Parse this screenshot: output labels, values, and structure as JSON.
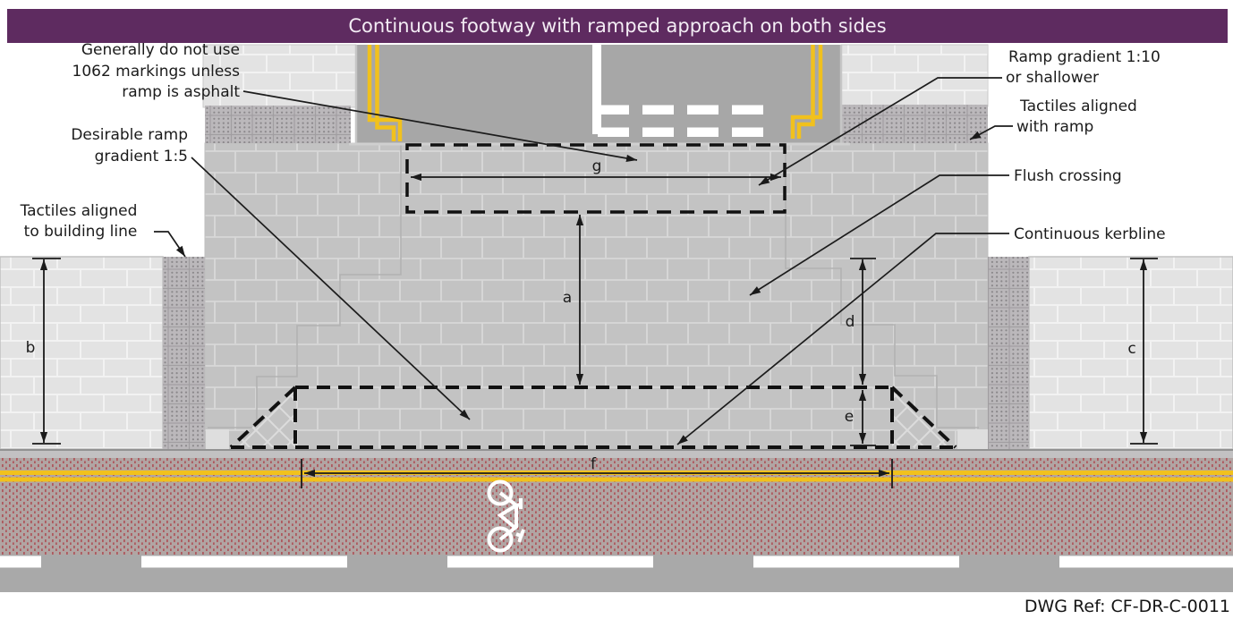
{
  "title_bar": {
    "text": "Continuous footway with ramped approach on both sides",
    "bg_color": "#5e2b60",
    "text_color": "#f3ecf4"
  },
  "annotations": {
    "note_1062": {
      "lines": [
        "Generally do not use",
        "1062 markings unless",
        "ramp is asphalt"
      ]
    },
    "desirable_ramp": {
      "lines": [
        "Desirable ramp",
        "gradient 1:5"
      ]
    },
    "tactiles_building": {
      "lines": [
        "Tactiles aligned",
        "to building line"
      ]
    },
    "ramp_gradient": {
      "lines": [
        "Ramp gradient 1:10",
        "or shallower"
      ]
    },
    "tactiles_ramp": {
      "lines": [
        "Tactiles aligned",
        "with ramp"
      ]
    },
    "flush_crossing": {
      "text": "Flush crossing"
    },
    "continuous_kerbline": {
      "text": "Continuous kerbline"
    }
  },
  "dimensions": {
    "a": "a",
    "b": "b",
    "c": "c",
    "d": "d",
    "e": "e",
    "f": "f",
    "g": "g"
  },
  "footer": {
    "dwg_ref": "DWG Ref: CF-DR-C-0011"
  },
  "icons": {
    "cycle_symbol": "cycle-lane-road-marking"
  },
  "colors": {
    "title_purple": "#5e2b60",
    "road_asphalt": "#a7a7a7",
    "crossing_paving": "#c3c3c3",
    "footway_paving": "#e3e3e3",
    "tactile_paving": "#bbb8bb",
    "red_surfacing": "#b1a5a3",
    "yellow_line": "#f1c11d",
    "marking_white": "#ffffff",
    "line_black": "#1a1a1a"
  }
}
